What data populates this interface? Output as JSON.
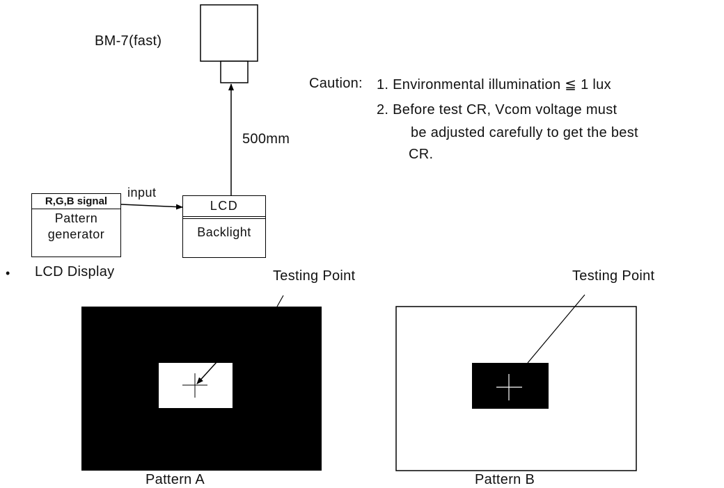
{
  "setup": {
    "meter_label": "BM-7(fast)",
    "distance_label": "500mm",
    "signal_label": "R,G,B signal",
    "generator_label": "Pattern\ngenerator",
    "input_label": "input",
    "lcd_label": "LCD",
    "backlight_label": "Backlight"
  },
  "caution": {
    "prefix": "Caution:",
    "item1": "1. Environmental illumination ≦ 1 lux",
    "item2_line1": "2. Before test CR, Vcom voltage must",
    "item2_line2": "be adjusted carefully to get the best",
    "item2_line3": "CR."
  },
  "display_section": {
    "bullet": "•",
    "title": "LCD Display"
  },
  "patterns": {
    "a": {
      "label": "Pattern A",
      "testing_point": "Testing Point"
    },
    "b": {
      "label": "Pattern B",
      "testing_point": "Testing Point"
    }
  },
  "colors": {
    "ink": "#000000",
    "paper": "#ffffff"
  }
}
